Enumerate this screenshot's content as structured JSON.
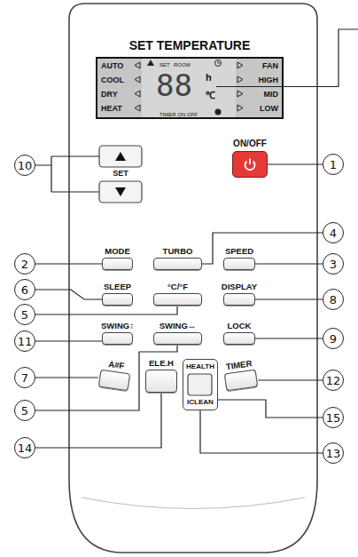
{
  "diagram": {
    "nodes": [
      {
        "text": [
          "SET TEMPERATURE",
          "AUTO",
          "COOL",
          "DRY",
          "HEAT",
          "SET",
          "ROOM",
          "88",
          "h",
          "℃",
          "TIMER ON OFF",
          "FAN",
          "HIGH",
          "MID",
          "LOW"
        ]
      },
      {
        "text": [
          "10"
        ]
      },
      {
        "text": [
          "1"
        ]
      },
      {
        "text": [
          "ON/OFF"
        ]
      },
      {
        "text": [
          "4"
        ]
      },
      {
        "text": [
          "2"
        ]
      },
      {
        "text": [
          "MODE"
        ]
      },
      {
        "text": [
          "TURBO"
        ]
      },
      {
        "text": [
          "SPEED"
        ]
      },
      {
        "text": [
          "3"
        ]
      },
      {
        "text": [
          "6"
        ]
      },
      {
        "text": [
          "SLEEP"
        ]
      },
      {
        "text": [
          "°C/°F"
        ]
      },
      {
        "text": [
          "DISPLAY"
        ]
      },
      {
        "text": [
          "8"
        ]
      },
      {
        "text": [
          "5"
        ]
      },
      {
        "text": [
          "11"
        ]
      },
      {
        "text": [
          "SWING↕"
        ]
      },
      {
        "text": [
          "SWING↔"
        ]
      },
      {
        "text": [
          "LOCK"
        ]
      },
      {
        "text": [
          "9"
        ]
      },
      {
        "text": [
          "7"
        ]
      },
      {
        "text": [
          "A#F"
        ]
      },
      {
        "text": [
          "ELE.H"
        ]
      },
      {
        "text": [
          "HEALTH",
          "ICLEAN"
        ]
      },
      {
        "text": [
          "TIMER"
        ]
      },
      {
        "text": [
          "12"
        ]
      },
      {
        "text": [
          "5"
        ]
      },
      {
        "text": [
          "15"
        ]
      },
      {
        "text": [
          "14"
        ]
      },
      {
        "text": [
          "13"
        ]
      }
    ],
    "edges": [
      {
        "from": 2,
        "to": 3,
        "arrow": "none"
      },
      {
        "from": 4,
        "to": 7,
        "arrow": "none"
      },
      {
        "from": 5,
        "to": 6,
        "arrow": "none"
      },
      {
        "from": 9,
        "to": 8,
        "arrow": "none"
      },
      {
        "from": 10,
        "to": 11,
        "arrow": "none"
      },
      {
        "from": 14,
        "to": 13,
        "arrow": "none"
      },
      {
        "from": 15,
        "to": 12,
        "arrow": "none"
      },
      {
        "from": 16,
        "to": 17,
        "arrow": "none"
      },
      {
        "from": 20,
        "to": 19,
        "arrow": "none"
      },
      {
        "from": 21,
        "to": 22,
        "arrow": "none"
      },
      {
        "from": 26,
        "to": 25,
        "arrow": "none"
      },
      {
        "from": 27,
        "to": 18,
        "arrow": "none"
      },
      {
        "from": 28,
        "to": 24,
        "arrow": "none"
      },
      {
        "from": 29,
        "to": 23,
        "arrow": "none"
      },
      {
        "from": 30,
        "to": 24,
        "arrow": "none"
      }
    ],
    "labels": [
      "SET"
    ]
  }
}
